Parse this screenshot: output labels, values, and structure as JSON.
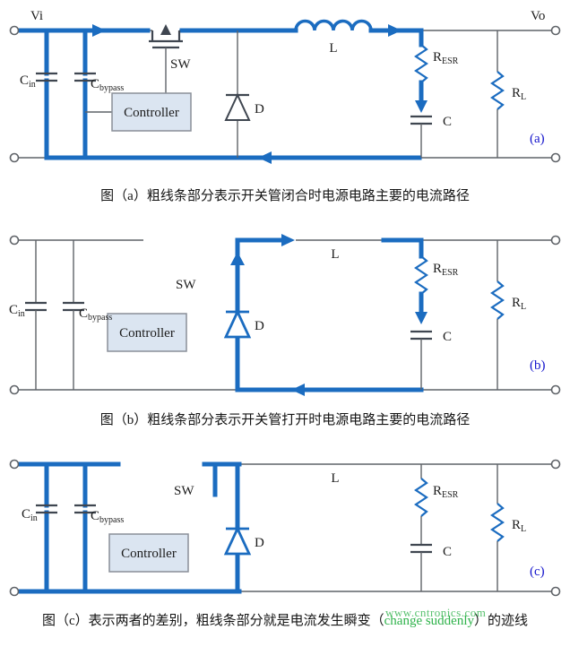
{
  "colors": {
    "blue": "#1b6cc0",
    "thin": "#5f6368",
    "dark": "#3f4650",
    "label": "#1c1c1c",
    "tag_blue": "#1414cc",
    "green": "#2eb24a",
    "controller_fill": "#dbe5f1",
    "controller_border": "#8a8f98"
  },
  "labels": {
    "vin": "Vi",
    "vout": "Vo",
    "cap_main": "C",
    "cin_sub": "in",
    "cbypass_sub": "bypass",
    "sw": "SW",
    "controller": "Controller",
    "diode": "D",
    "inductor": "L",
    "r_main": "R",
    "resr_sub": "ESR",
    "rl_sub": "L",
    "out_cap": "C"
  },
  "diagram_a": {
    "tag": "(a)",
    "caption": "图（a）粗线条部分表示开关管闭合时电源电路主要的电流路径"
  },
  "diagram_b": {
    "tag": "(b)",
    "caption": "图（b）粗线条部分表示开关管打开时电源电路主要的电流路径"
  },
  "diagram_c": {
    "tag": "(c)",
    "caption_prefix": "图（c）表示两者的差别，粗线条部分就是电流发生瞬变（",
    "caption_highlight": "change suddenly",
    "caption_suffix": "）的迹线"
  },
  "watermark": "www.cntronics.com"
}
